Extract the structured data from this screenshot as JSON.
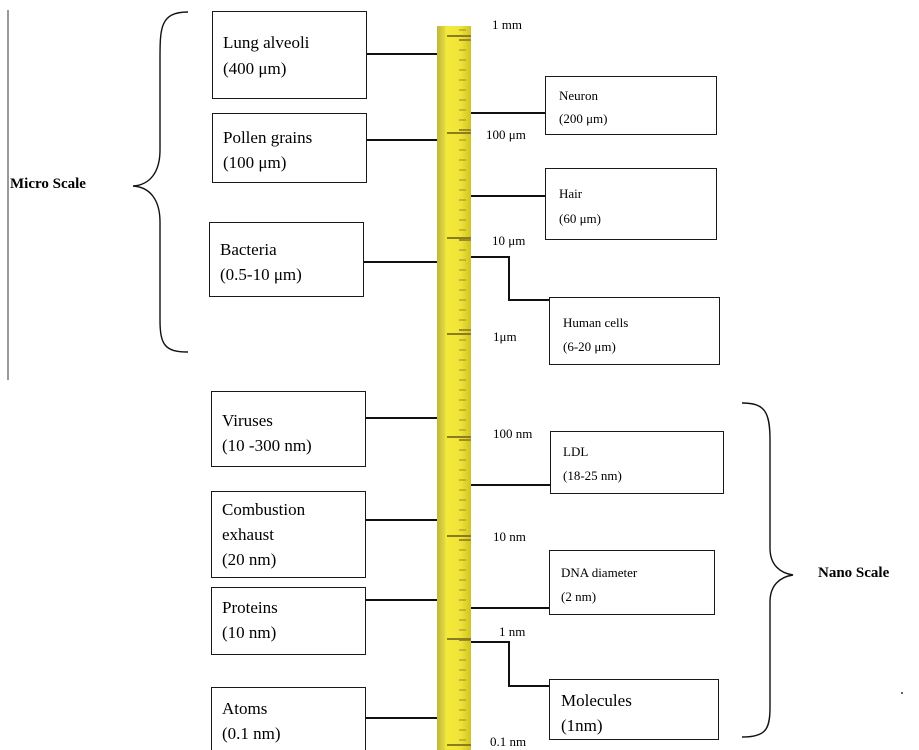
{
  "left_items": [
    {
      "line1": "Lung alveoli",
      "line2": "(400 μm)"
    },
    {
      "line1": "Pollen grains",
      "line2": "(100 μm)"
    },
    {
      "line1": "Bacteria",
      "line2": "(0.5-10 μm)"
    },
    {
      "line1": "Viruses",
      "line2": "(10 -300  nm)"
    },
    {
      "line1": "Combustion",
      "line2": "exhaust",
      "line3": "(20 nm)"
    },
    {
      "line1": "Proteins",
      "line2": "(10 nm)"
    },
    {
      "line1": "Atoms",
      "line2": "(0.1 nm)"
    }
  ],
  "right_items": [
    {
      "line1": "Neuron",
      "line2": "(200 μm)"
    },
    {
      "line1": "Hair",
      "line2": "(60 μm)"
    },
    {
      "line1": "Human  cells",
      "line2": "(6-20 μm)"
    },
    {
      "line1": "LDL",
      "line2": "(18-25 nm)"
    },
    {
      "line1": "DNA diameter",
      "line2": " (2 nm)"
    },
    {
      "line1": "Molecules",
      "line2": "(1nm)"
    }
  ],
  "ticks": [
    "1 mm",
    "100 μm",
    "10 μm",
    "1μm",
    "100 nm",
    "10 nm",
    "1 nm",
    "0.1 nm"
  ],
  "scales": {
    "micro": "Micro Scale",
    "nano": "Nano Scale"
  },
  "colors": {
    "ruler": "#efe338",
    "ruler_dark": "#b8a830",
    "lines": "#111111"
  }
}
